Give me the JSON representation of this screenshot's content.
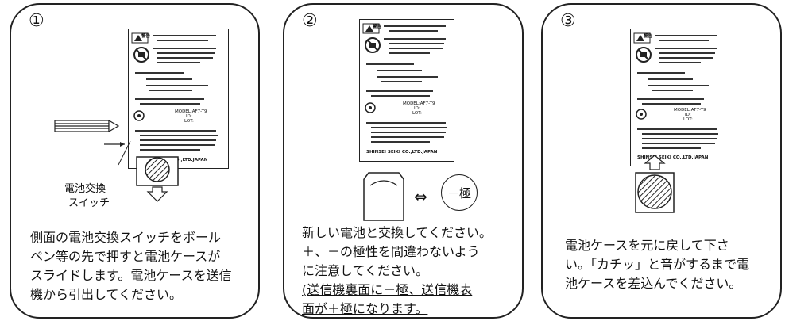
{
  "panels": [
    {
      "number": "①",
      "card": {
        "warning_label": "警告",
        "model": "MODEL:AF7-T9",
        "id": "ID:",
        "lot": "LOT:",
        "company": "SHINSEI SEIKI CO.,LTD.JAPAN"
      },
      "switch_label_1": "電池交換",
      "switch_label_2": "スイッチ",
      "description": [
        "側面の電池交換スイッチをボール",
        "ペン等の先で押すと電池ケースが",
        "スライドします。電池ケースを送信",
        "機から引出してください。"
      ]
    },
    {
      "number": "②",
      "card": {
        "warning_label": "警告",
        "model": "MODEL:AF7-T9",
        "id": "ID:",
        "lot": "LOT:",
        "company": "SHINSEI SEIKI CO.,LTD.JAPAN"
      },
      "swap_symbol": "⇔",
      "minus_pole": "－極",
      "description": [
        "新しい電池と交換してください。",
        "＋、－の極性を間違わないよう",
        "に注意してください。"
      ],
      "note": [
        "(送信機裏面に－極、送信機表",
        "面が＋極になります。"
      ]
    },
    {
      "number": "③",
      "card": {
        "warning_label": "警告",
        "model": "MODEL:AF7-T9",
        "id": "ID:",
        "lot": "LOT:",
        "company": "SHINSEI SEIKI CO.,LTD.JAPAN"
      },
      "description": [
        "電池ケースを元に戻して下さ",
        "い。「カチッ」と音がするまで電",
        "池ケースを差込んでください。"
      ]
    }
  ]
}
